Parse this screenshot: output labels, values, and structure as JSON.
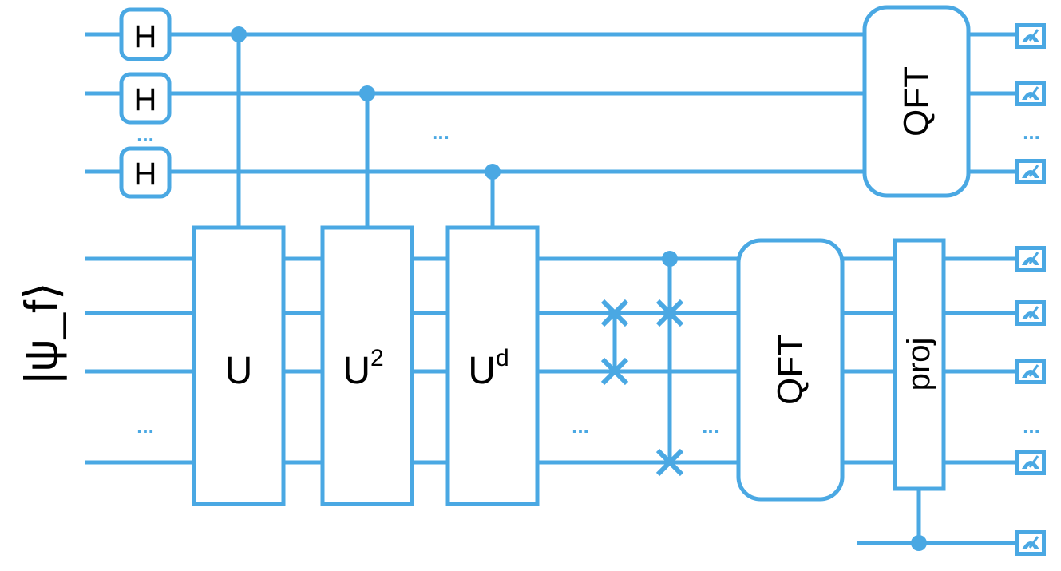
{
  "colors": {
    "wire": "#4aa8e3",
    "text": "#000000",
    "background": "#ffffff"
  },
  "input_state_label": "|ψ_f⟩",
  "hadamard_label": "H",
  "unitary_labels": {
    "u1": "U",
    "u2_base": "U",
    "u2_exp": "2",
    "ud_base": "U",
    "ud_exp": "d"
  },
  "qft_label": "QFT",
  "proj_label": "proj",
  "ellipsis": "...",
  "icons": [
    "measurement-icon",
    "control-dot-icon",
    "swap-cross-icon"
  ]
}
